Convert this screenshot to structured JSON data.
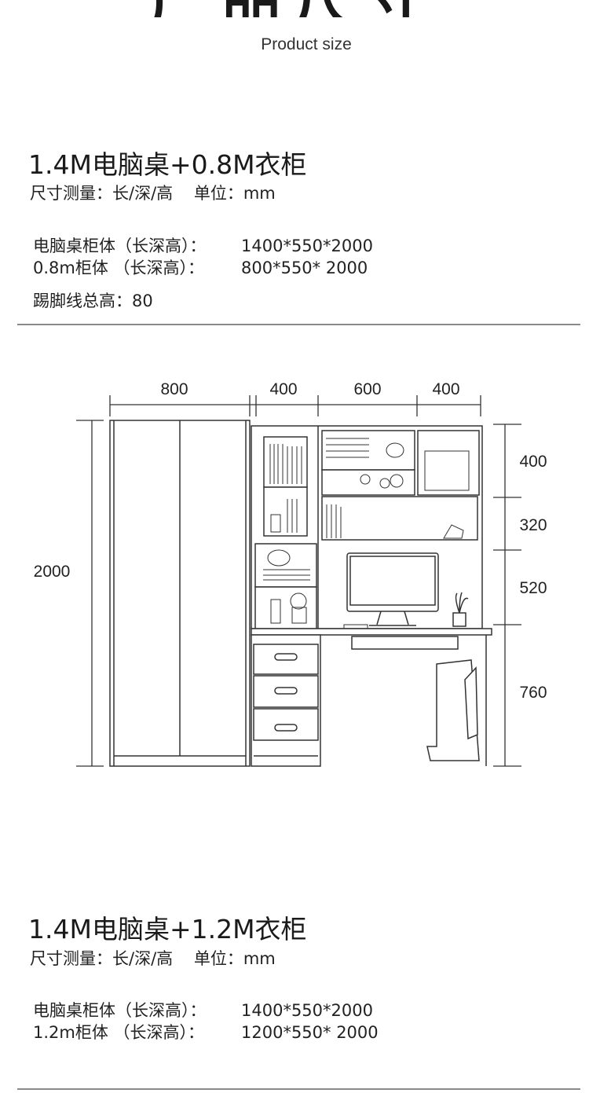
{
  "header": {
    "title_cn": "产品尺寸",
    "title_en": "Product size"
  },
  "section1": {
    "title": "1.4M电脑桌+0.8M衣柜",
    "measure": "尺寸测量：长/深/高    单位：mm",
    "specs": [
      {
        "label": "电脑桌柜体（长深高）：",
        "value": "1400*550*2000"
      },
      {
        "label": "0.8m柜体 （长深高）：",
        "value": "800*550* 2000"
      }
    ],
    "kick": "踢脚线总高：80"
  },
  "diagram": {
    "widths": [
      "800",
      "400",
      "600",
      "400"
    ],
    "total_height": "2000",
    "heights": [
      "400",
      "320",
      "520",
      "760"
    ]
  },
  "section2": {
    "title": "1.4M电脑桌+1.2M衣柜",
    "measure": "尺寸测量：长/深/高    单位：mm",
    "specs": [
      {
        "label": "电脑桌柜体（长深高）：",
        "value": "1400*550*2000"
      },
      {
        "label": "1.2m柜体 （长深高）：",
        "value": "1200*550* 2000"
      }
    ]
  },
  "colors": {
    "rule": "#8a8a8a",
    "text": "#222222",
    "line": "#333333"
  }
}
